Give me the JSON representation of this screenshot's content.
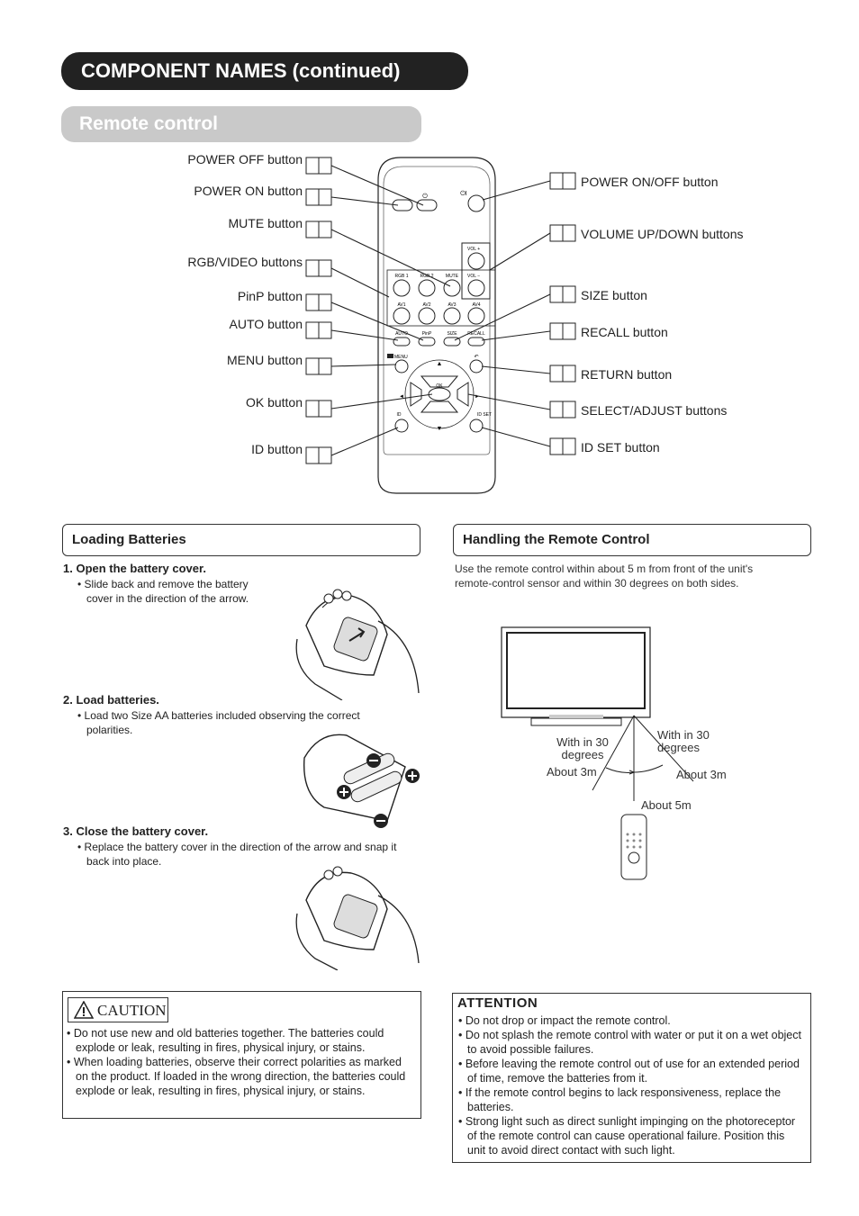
{
  "header": {
    "title": "COMPONENT NAMES (continued)",
    "subtitle": "Remote control"
  },
  "remote_labels_left": [
    "POWER OFF button",
    "POWER ON button",
    "MUTE button",
    "RGB/VIDEO buttons",
    "PinP button",
    "AUTO button",
    "MENU button",
    "OK button",
    "ID button"
  ],
  "remote_labels_right": [
    "POWER ON/OFF button",
    "VOLUME UP/DOWN buttons",
    "SIZE button",
    "RECALL button",
    "RETURN button",
    "SELECT/ADJUST buttons",
    "ID SET button"
  ],
  "remote_face": {
    "vol": "VOL",
    "row1": [
      "RGB 1",
      "RGB 2",
      "MUTE",
      "VOL"
    ],
    "row2": [
      "AV1",
      "AV2",
      "AV3",
      "AV4"
    ],
    "row3": [
      "AUTO",
      "PinP",
      "SIZE",
      "RECALL"
    ],
    "menu": "MENU",
    "ok": "OK",
    "id": "ID",
    "idset": "ID SET"
  },
  "loading": {
    "heading": "Loading Batteries",
    "step1_title": "1. Open the battery cover.",
    "step1_text": "Slide back and remove the battery cover in the direction of the arrow.",
    "step2_title": "2. Load batteries.",
    "step2_text": "Load two Size AA batteries included observing the correct polarities.",
    "step3_title": "3. Close the battery cover.",
    "step3_text": "Replace the battery cover in the direction of the arrow and snap it back into place."
  },
  "handling": {
    "heading": "Handling the Remote Control",
    "text": "Use the remote control within about 5 m from front of the unit's remote-control sensor and within 30 degrees on both sides.",
    "label_left_angle": "With in 30 degrees",
    "label_right_angle": "With in 30 degrees",
    "label_left_dist": "About 3m",
    "label_right_dist": "About 3m",
    "label_center_dist": "About 5m"
  },
  "caution": {
    "title": "CAUTION",
    "items": [
      "Do not use new and old batteries together.  The batteries could explode or leak, resulting in fires, physical injury, or stains.",
      "When loading batteries, observe their correct polarities as marked on the product. If loaded in the wrong direction, the batteries could explode or leak, resulting in fires, physical injury, or stains."
    ]
  },
  "attention": {
    "title": "ATTENTION",
    "items": [
      "Do not drop or impact the remote control.",
      "Do not splash the remote control with water or put it on a wet object to avoid possible failures.",
      "Before leaving the remote control out of use for an extended period of time, remove the batteries from it.",
      "If the remote control begins to lack responsiveness, replace the batteries.",
      "Strong light such as direct sunlight impinging on the photoreceptor of the remote control can cause operational failure. Position this unit to avoid direct contact with such light."
    ]
  }
}
